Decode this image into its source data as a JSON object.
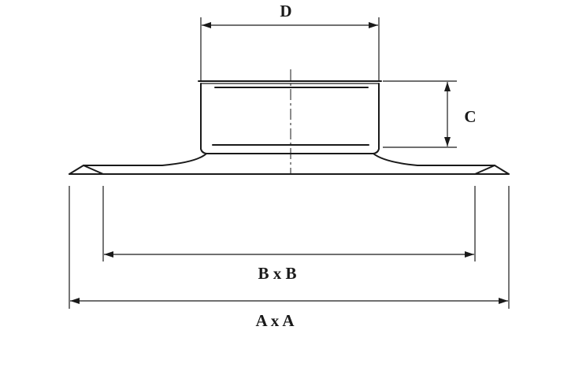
{
  "labels": {
    "d": "D",
    "c": "C",
    "b": "B x B",
    "a": "A x A"
  },
  "colors": {
    "line": "#1a1a1a",
    "background": "#ffffff"
  }
}
